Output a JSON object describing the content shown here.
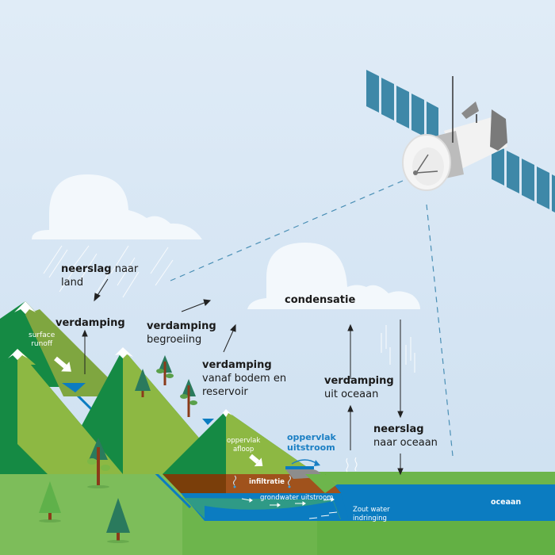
{
  "title": "Watercyclus",
  "labels": {
    "neerslag_land": {
      "bold": "neerslag",
      "rest1": " naar",
      "rest2": "land"
    },
    "verdamping_mountain": {
      "bold": "verdamping"
    },
    "surface_runoff": {
      "line1": "surface",
      "line2": "runoff"
    },
    "verdamping_begroeiing": {
      "bold": "verdamping",
      "line2": "begroeiing"
    },
    "verdamping_bodem": {
      "bold": "verdamping",
      "line2": "vanaf bodem en",
      "line3": "reservoir"
    },
    "condensatie": {
      "bold": "condensatie"
    },
    "verdamping_oceaan": {
      "bold": "verdamping",
      "line2": "uit oceaan"
    },
    "neerslag_oceaan": {
      "bold": "neerslag",
      "line2": "naar oceaan"
    },
    "oppervlak_afloop": {
      "line1": "oppervlak",
      "line2": "afloop"
    },
    "oppervlak_uitstroom": {
      "line1": "oppervlak",
      "line2": "uitstroom"
    },
    "infiltratie": "infiltratie",
    "grondwater_uitstroom": "grondwater uitstroom",
    "zout_water": {
      "line1": "Zout water",
      "line2": "indringing"
    },
    "oceaan": "oceaan"
  },
  "colors": {
    "sky_top": "#e0ecf7",
    "cloud": "#f3f8fc",
    "mountain_dark": "#158a44",
    "mountain_light": "#8db843",
    "mountain_olive": "#7fa640",
    "ground": "#6db54c",
    "water": "#0b7cc1",
    "soil": "#7a3e0a",
    "solar_panel": "#3e88a8",
    "accent_blue": "#1b7fc4"
  }
}
